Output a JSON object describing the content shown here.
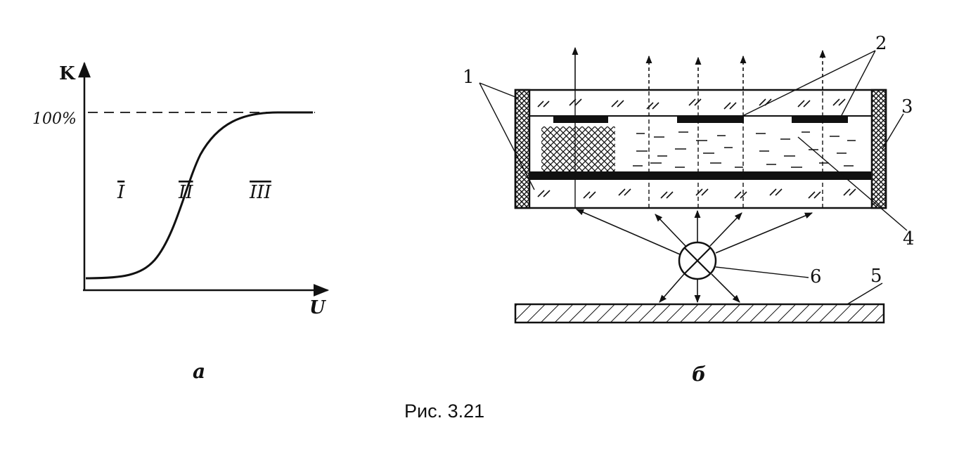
{
  "figure": {
    "caption": "Рис. 3.21"
  },
  "panel_a": {
    "label": "а",
    "y_axis_label": "K",
    "x_axis_label": "U",
    "level_label": "100%",
    "region_labels": [
      "I",
      "II",
      "III"
    ]
  },
  "panel_b": {
    "label": "б",
    "callouts": [
      "1",
      "2",
      "3",
      "4",
      "5",
      "6"
    ]
  }
}
